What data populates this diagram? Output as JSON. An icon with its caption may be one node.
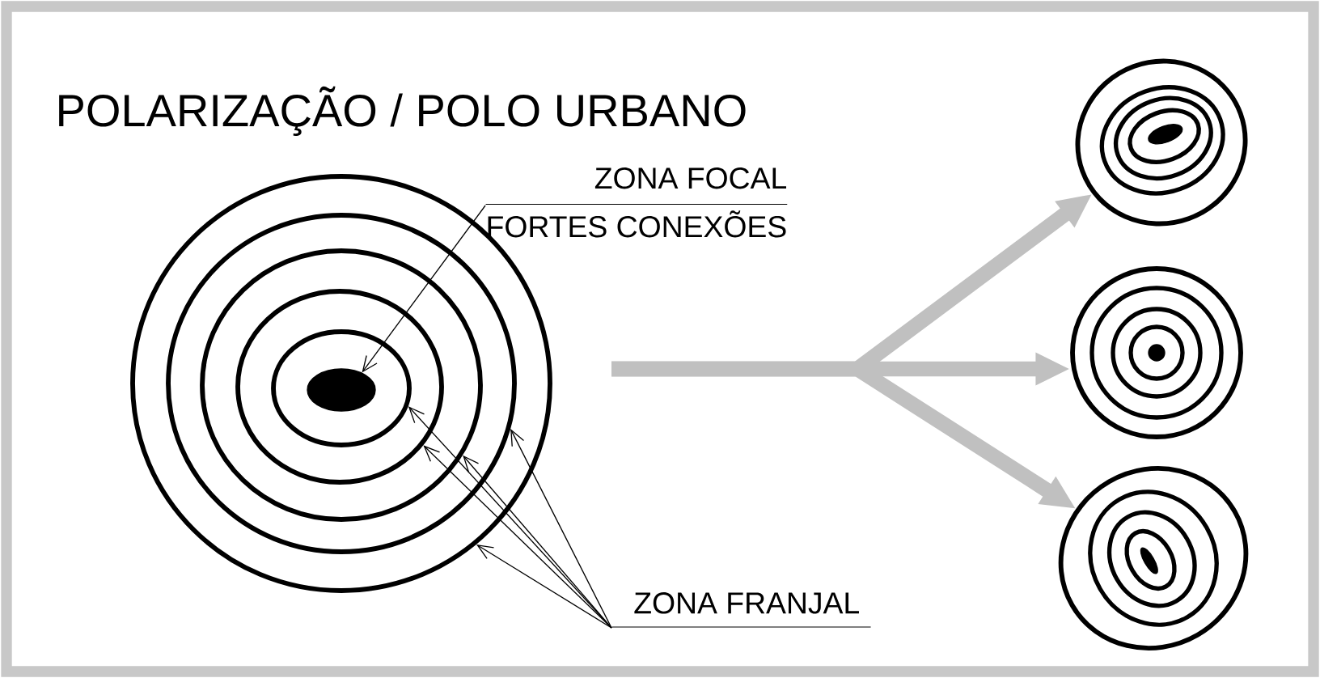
{
  "diagram": {
    "title": "POLARIZAÇÃO / POLO URBANO",
    "nodes": [
      {
        "text": [
          "ZONA FOCAL",
          "FORTES CONEXÕES"
        ]
      },
      {
        "text": [],
        "shape": "circle"
      },
      {
        "text": [],
        "shape": "circle",
        "in": 1
      },
      {
        "text": [],
        "shape": "circle",
        "in": 2
      },
      {
        "text": [],
        "shape": "circle",
        "in": 3
      },
      {
        "text": [],
        "shape": "circle",
        "in": 4
      },
      {
        "text": [],
        "shape": "circle",
        "in": 5
      },
      {
        "text": [
          "ZONA FRANJAL"
        ]
      },
      {
        "text": [],
        "shape": "circle"
      },
      {
        "text": [],
        "shape": "circle"
      },
      {
        "text": [],
        "shape": "circle"
      }
    ],
    "edges": [
      {
        "from": 0,
        "to": 6,
        "arrow": "to"
      },
      {
        "from": 7,
        "to": 5,
        "arrow": "to"
      },
      {
        "from": 7,
        "to": 4,
        "arrow": "to"
      },
      {
        "from": 7,
        "to": 3,
        "arrow": "to"
      },
      {
        "from": 7,
        "to": 2,
        "arrow": "to"
      },
      {
        "from": 7,
        "to": 1,
        "arrow": "to"
      },
      {
        "from": null,
        "to": 8,
        "arrow": "to",
        "style": "thick",
        "color": "#c0c0c0"
      },
      {
        "from": null,
        "to": 9,
        "arrow": "to",
        "style": "thick",
        "color": "#c0c0c0"
      },
      {
        "from": null,
        "to": 10,
        "arrow": "to",
        "style": "thick",
        "color": "#c0c0c0"
      }
    ]
  }
}
